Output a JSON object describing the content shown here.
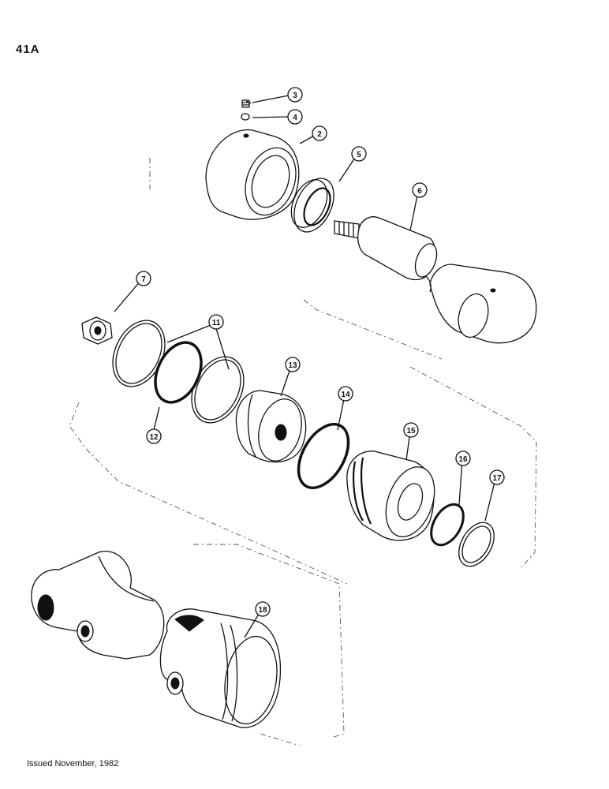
{
  "page": {
    "number": "41A",
    "footer": "Issued November, 1982"
  },
  "callouts": {
    "c2": "2",
    "c3": "3",
    "c4": "4",
    "c5": "5",
    "c6": "6",
    "c7": "7",
    "c11": "11",
    "c12": "12",
    "c13": "13",
    "c14": "14",
    "c15": "15",
    "c16": "16",
    "c17": "17",
    "c18": "18"
  }
}
